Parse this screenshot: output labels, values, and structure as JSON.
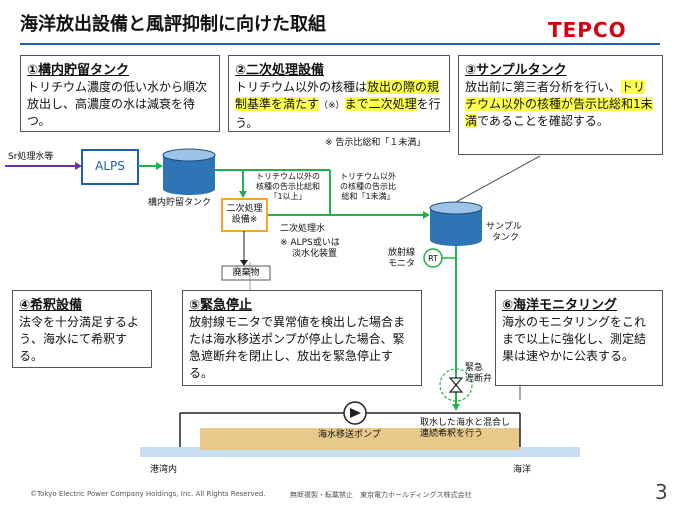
{
  "title": "海洋放出設備と風評抑制に向けた取組",
  "logo": "TEPCO",
  "boxes": {
    "b1": {
      "heading": "①構内貯留タンク",
      "body": "トリチウム濃度の低い水から順次放出し、高濃度の水は減衰を待つ。"
    },
    "b2": {
      "heading": "②二次処理設備",
      "body_pre": "トリチウム以外の核種は",
      "body_hl1": "放出の際の規制基準を満たす",
      "body_note": "（※）",
      "body_hl2": "まで二次処理",
      "body_post": "を行う。"
    },
    "b3": {
      "heading": "③サンプルタンク",
      "body_pre": "放出前に第三者分析を行い、",
      "body_hl": "トリチウム以外の核種が告示比総和1未満",
      "body_post": "であることを確認する。"
    },
    "b4": {
      "heading": "④希釈設備",
      "body": "法令を十分満足するよう、海水にて希釈する。"
    },
    "b5": {
      "heading": "⑤緊急停止",
      "body": "放射線モニタで異常値を検出した場合または海水移送ポンプが停止した場合、緊急遮断弁を閉止し、放出を緊急停止する。"
    },
    "b6": {
      "heading": "⑥海洋モニタリング",
      "body": "海水のモニタリングをこれまで以上に強化し、測定結果は速やかに公表する。"
    }
  },
  "diagram": {
    "note_top": "※ 告示比総和「１未満」",
    "sr_label": "Sr処理水等",
    "alps": "ALPS",
    "tank_label": "構内貯留タンク",
    "branch1": [
      "トリチウム以外の",
      "核種の告示比総和",
      "「1以上」"
    ],
    "branch2": [
      "トリチウム以外",
      "の核種の告示比",
      "総和「1未満」"
    ],
    "secondary": [
      "二次処理",
      "設備※"
    ],
    "secondary_water": "二次処理水",
    "alps_note": [
      "※ ALPS或いは",
      "淡水化装置"
    ],
    "waste": "廃棄物",
    "sample_tank": [
      "サンプル",
      "タンク"
    ],
    "monitor": [
      "放射線",
      "モニタ"
    ],
    "rt": "RT",
    "valve": [
      "緊急",
      "遮断弁"
    ],
    "pump": "海水移送ポンプ",
    "mix": [
      "取水した海水と混合し",
      "連続希釈を行う"
    ],
    "harbor": "港湾内",
    "ocean": "海洋"
  },
  "footer": {
    "copyright": "©Tokyo Electric Power Company Holdings, Inc. All Rights Reserved.",
    "notice": "無断複製・転載禁止　東京電力ホールディングス株式会社",
    "page": "3"
  },
  "colors": {
    "accent_blue": "#1f5fae",
    "pipe_green": "#22b14c",
    "highlight": "#ffff4d",
    "tepco_red": "#d7000f",
    "secondary_box": "#f5a623"
  }
}
